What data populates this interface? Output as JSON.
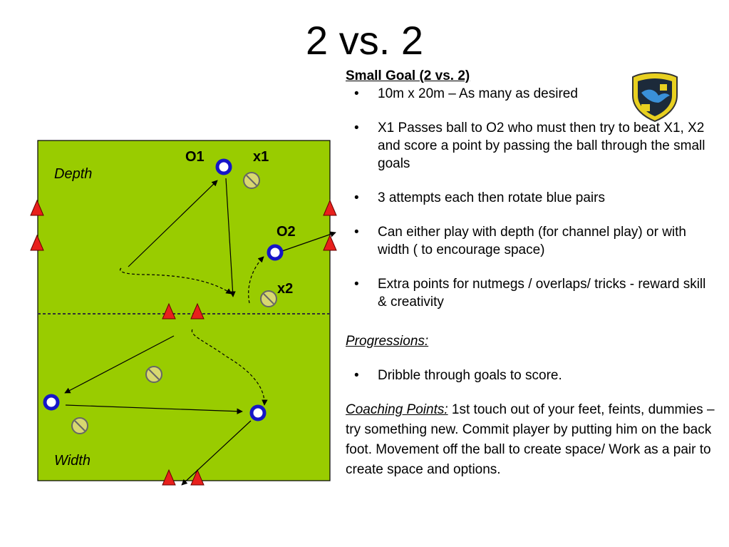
{
  "slide": {
    "title": "2 vs. 2"
  },
  "diagram": {
    "labels": {
      "o1": "O1",
      "x1": "x1",
      "o2": "O2",
      "x2": "x2",
      "depth": "Depth",
      "width": "Width"
    },
    "colors": {
      "pitch": "#99cc00",
      "cone": "#e8201c",
      "attacker": "#1515c8",
      "defender": "#d8d870"
    }
  },
  "text_panel": {
    "heading": "Small Goal (2 vs. 2)",
    "bullets": [
      "10m x 20m – As many as desired",
      "X1 Passes ball to O2 who must then try to beat X1, X2 and score a point by passing the ball through the small goals",
      "3 attempts each then rotate blue pairs",
      "Can either play with depth (for channel play) or with width ( to encourage space)",
      "Extra points for nutmegs / overlaps/ tricks - reward skill & creativity"
    ],
    "progressions_heading": "Progressions:",
    "progressions": [
      "Dribble through goals to score."
    ],
    "coaching_label": "Coaching Points:",
    "coaching_text": " 1st touch out of your feet, feints, dummies – try something new. Commit player by putting him on the back foot. Movement off the ball to create space/ Work as a pair to create space and options."
  }
}
